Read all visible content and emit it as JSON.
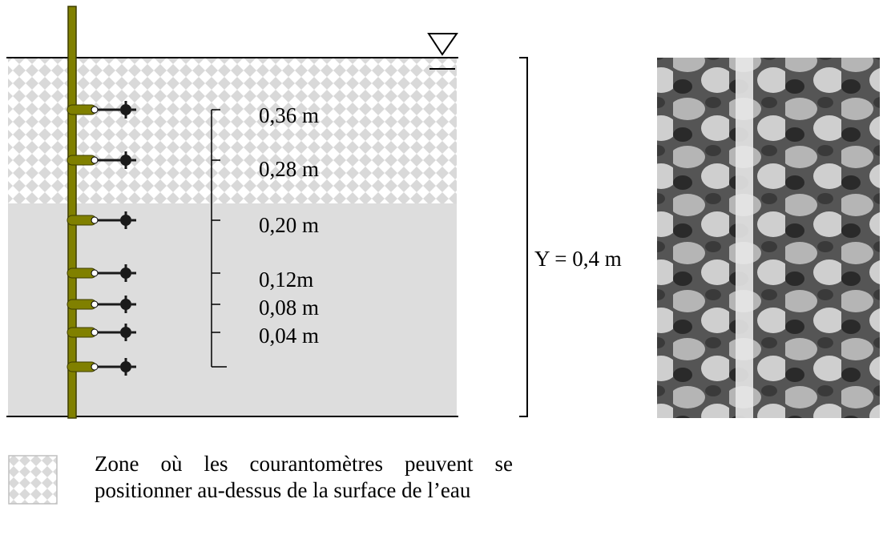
{
  "water_surface_symbol": "inverted-triangle-water-level",
  "colors": {
    "rod": "#808000",
    "probe": "#1a1a1a",
    "zone_above_surface_pattern": "#d9d9d9",
    "flow_region": "#dddddd"
  },
  "probe_heights": [
    {
      "label": "0,36 m",
      "value_m": 0.36
    },
    {
      "label": "0,28 m",
      "value_m": 0.28
    },
    {
      "label": "0,20 m",
      "value_m": 0.2
    },
    {
      "label": "0,12m",
      "value_m": 0.12
    },
    {
      "label": "0,08 m",
      "value_m": 0.08
    },
    {
      "label": "0,04 m",
      "value_m": 0.04
    }
  ],
  "depth_label": "Y = 0,4 m",
  "legend": {
    "text": "Zone où les courantomètres peuvent se positionner au-dessus de la surface de l’eau"
  },
  "photo": {
    "alt": "photo-of-current-meter-array-on-riverbed-stones"
  }
}
